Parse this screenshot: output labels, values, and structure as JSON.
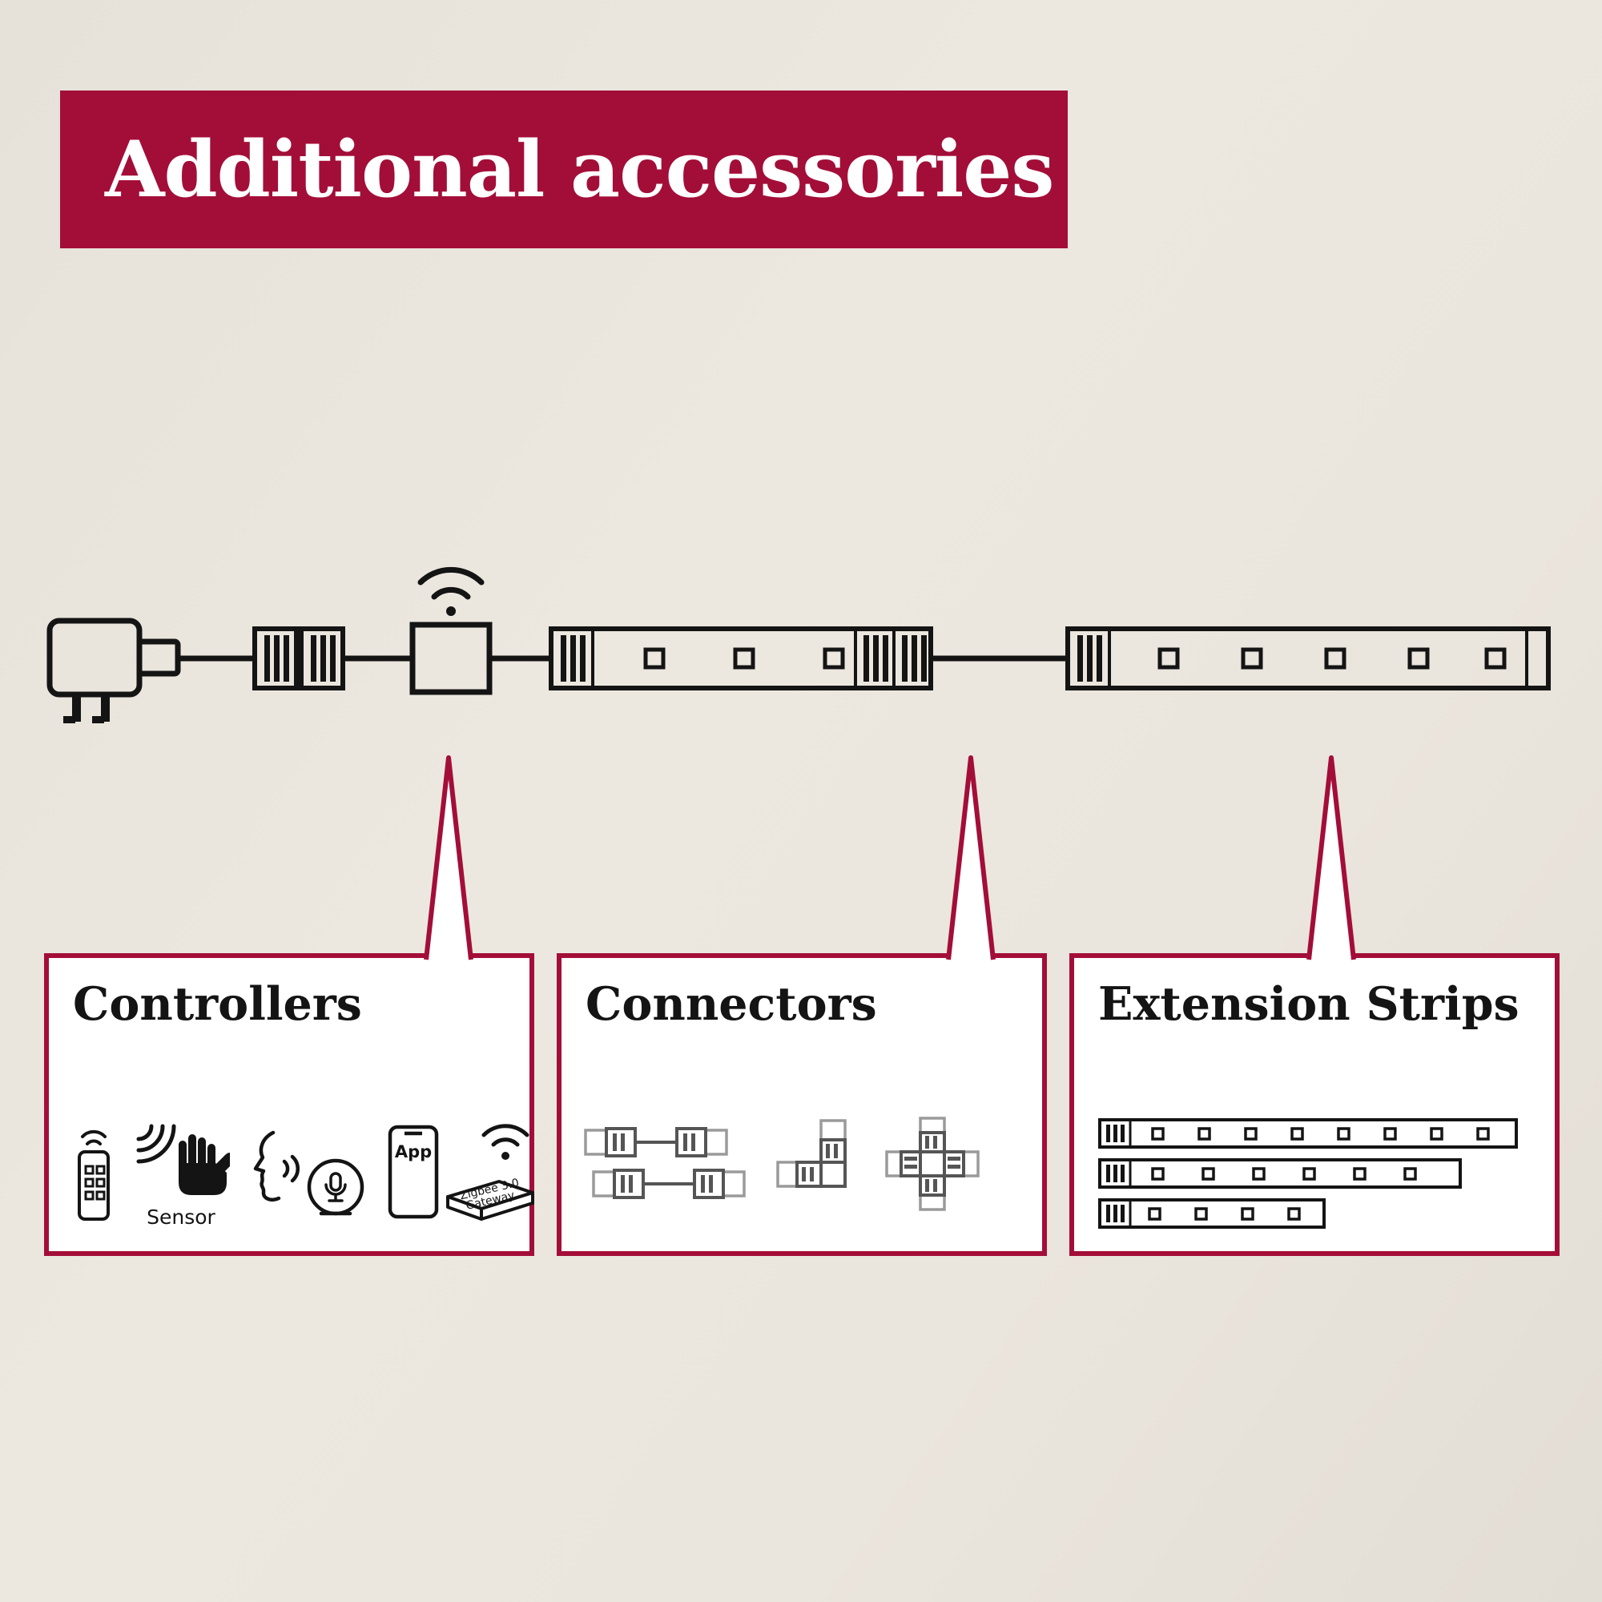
{
  "banner": {
    "title": "Additional accessories"
  },
  "colors": {
    "accent": "#a30e38",
    "background": "#e9e4dc",
    "line": "#141414",
    "connector_gray": "#6f6f6f"
  },
  "diagram": {
    "name": "led-strip-system-diagram",
    "components": [
      "power-adapter",
      "strip-connector",
      "wifi-controller",
      "led-strip",
      "strip-connector",
      "led-strip"
    ]
  },
  "callouts": [
    {
      "title": "Controllers",
      "icons": [
        "remote-control-icon",
        "motion-sensor-icon",
        "voice-assistant-icon",
        "smartphone-app-icon",
        "zigbee-gateway-icon"
      ],
      "labels": {
        "sensor": "Sensor",
        "app": "App",
        "gateway_line1": "Zigbee 3.0",
        "gateway_line2": "Gateway"
      }
    },
    {
      "title": "Connectors",
      "icons": [
        "straight-connector-icon",
        "corner-connector-icon",
        "cross-connector-icon"
      ]
    },
    {
      "title": "Extension Strips",
      "icons": [
        "extension-strip-long-icon",
        "extension-strip-medium-icon",
        "extension-strip-short-icon"
      ]
    }
  ]
}
